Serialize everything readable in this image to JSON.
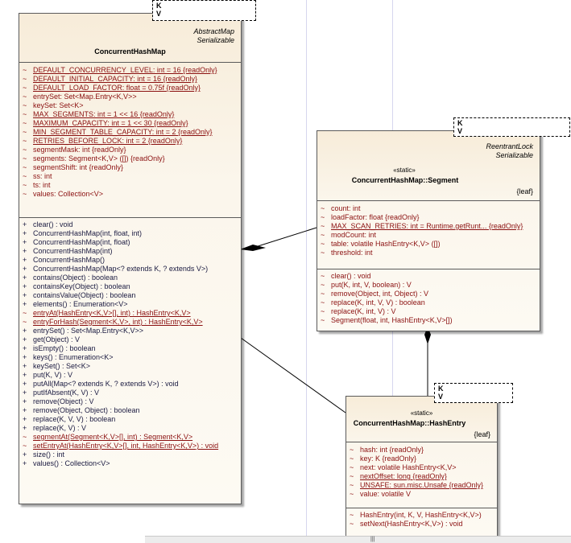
{
  "classes": {
    "chm": {
      "name": "ConcurrentHashMap",
      "extends": "AbstractMap",
      "implements": "Serializable",
      "type_params": [
        "K",
        "V"
      ],
      "attributes": [
        {
          "vis": "~",
          "text": "DEFAULT_CONCURRENCY_LEVEL:  int = 16 {readOnly}",
          "static": true
        },
        {
          "vis": "~",
          "text": "DEFAULT_INITIAL_CAPACITY:  int = 16 {readOnly}",
          "static": true
        },
        {
          "vis": "~",
          "text": "DEFAULT_LOAD_FACTOR:  float = 0.75f {readOnly}",
          "static": true
        },
        {
          "vis": "~",
          "text": "entrySet:  Set<Map.Entry<K,V>>",
          "static": false
        },
        {
          "vis": "~",
          "text": "keySet:  Set<K>",
          "static": false
        },
        {
          "vis": "~",
          "text": "MAX_SEGMENTS:  int = 1 << 16 {readOnly}",
          "static": true
        },
        {
          "vis": "~",
          "text": "MAXIMUM_CAPACITY:  int = 1 << 30 {readOnly}",
          "static": true
        },
        {
          "vis": "~",
          "text": "MIN_SEGMENT_TABLE_CAPACITY:  int = 2 {readOnly}",
          "static": true
        },
        {
          "vis": "~",
          "text": "RETRIES_BEFORE_LOCK:  int = 2 {readOnly}",
          "static": true
        },
        {
          "vis": "~",
          "text": "segmentMask:  int {readOnly}",
          "static": false
        },
        {
          "vis": "~",
          "text": "segments:  Segment<K,V> ([]) {readOnly}",
          "static": false
        },
        {
          "vis": "~",
          "text": "segmentShift:  int {readOnly}",
          "static": false
        },
        {
          "vis": "~",
          "text": "ss:  int",
          "static": false
        },
        {
          "vis": "~",
          "text": "ts:  int",
          "static": false
        },
        {
          "vis": "~",
          "text": "values:  Collection<V>",
          "static": false
        }
      ],
      "operations": [
        {
          "vis": "+",
          "text": "clear() : void",
          "static": false
        },
        {
          "vis": "+",
          "text": "ConcurrentHashMap(int, float, int)",
          "static": false
        },
        {
          "vis": "+",
          "text": "ConcurrentHashMap(int, float)",
          "static": false
        },
        {
          "vis": "+",
          "text": "ConcurrentHashMap(int)",
          "static": false
        },
        {
          "vis": "+",
          "text": "ConcurrentHashMap()",
          "static": false
        },
        {
          "vis": "+",
          "text": "ConcurrentHashMap(Map<? extends K, ? extends V>)",
          "static": false
        },
        {
          "vis": "+",
          "text": "contains(Object) : boolean",
          "static": false
        },
        {
          "vis": "+",
          "text": "containsKey(Object) : boolean",
          "static": false
        },
        {
          "vis": "+",
          "text": "containsValue(Object) : boolean",
          "static": false
        },
        {
          "vis": "+",
          "text": "elements() : Enumeration<V>",
          "static": false
        },
        {
          "vis": "~",
          "text": "entryAt(HashEntry<K,V>[], int) : HashEntry<K,V>",
          "static": true
        },
        {
          "vis": "~",
          "text": "entryForHash(Segment<K,V>, int) : HashEntry<K,V>",
          "static": true
        },
        {
          "vis": "+",
          "text": "entrySet() : Set<Map.Entry<K,V>>",
          "static": false
        },
        {
          "vis": "+",
          "text": "get(Object) : V",
          "static": false
        },
        {
          "vis": "+",
          "text": "isEmpty() : boolean",
          "static": false
        },
        {
          "vis": "+",
          "text": "keys() : Enumeration<K>",
          "static": false
        },
        {
          "vis": "+",
          "text": "keySet() : Set<K>",
          "static": false
        },
        {
          "vis": "+",
          "text": "put(K, V) : V",
          "static": false
        },
        {
          "vis": "+",
          "text": "putAll(Map<? extends K, ? extends V>) : void",
          "static": false
        },
        {
          "vis": "+",
          "text": "putIfAbsent(K, V) : V",
          "static": false
        },
        {
          "vis": "+",
          "text": "remove(Object) : V",
          "static": false
        },
        {
          "vis": "+",
          "text": "remove(Object, Object) : boolean",
          "static": false
        },
        {
          "vis": "+",
          "text": "replace(K, V, V) : boolean",
          "static": false
        },
        {
          "vis": "+",
          "text": "replace(K, V) : V",
          "static": false
        },
        {
          "vis": "~",
          "text": "segmentAt(Segment<K,V>[], int) : Segment<K,V>",
          "static": true
        },
        {
          "vis": "~",
          "text": "setEntryAt(HashEntry<K,V>[], int, HashEntry<K,V>) : void",
          "static": true
        },
        {
          "vis": "+",
          "text": "size() : int",
          "static": false
        },
        {
          "vis": "+",
          "text": "values() : Collection<V>",
          "static": false
        }
      ]
    },
    "segment": {
      "stereotype": "«static»",
      "name": "ConcurrentHashMap::Segment",
      "extends": "ReentrantLock",
      "implements": "Serializable",
      "modifier": "{leaf}",
      "type_params": [
        "K",
        "V"
      ],
      "attributes": [
        {
          "vis": "~",
          "text": "count:  int",
          "static": false
        },
        {
          "vis": "~",
          "text": "loadFactor:  float {readOnly}",
          "static": false
        },
        {
          "vis": "~",
          "text": "MAX_SCAN_RETRIES:  int = Runtime.getRunt... {readOnly}",
          "static": true
        },
        {
          "vis": "~",
          "text": "modCount:  int",
          "static": false
        },
        {
          "vis": "~",
          "text": "table:  volatile HashEntry<K,V> ([])",
          "static": false
        },
        {
          "vis": "~",
          "text": "threshold:  int",
          "static": false
        }
      ],
      "operations": [
        {
          "vis": "~",
          "text": "clear() : void",
          "static": false
        },
        {
          "vis": "~",
          "text": "put(K, int, V, boolean) : V",
          "static": false
        },
        {
          "vis": "~",
          "text": "remove(Object, int, Object) : V",
          "static": false
        },
        {
          "vis": "~",
          "text": "replace(K, int, V, V) : boolean",
          "static": false
        },
        {
          "vis": "~",
          "text": "replace(K, int, V) : V",
          "static": false
        },
        {
          "vis": "~",
          "text": "Segment(float, int, HashEntry<K,V>[])",
          "static": false
        }
      ]
    },
    "hashentry": {
      "stereotype": "«static»",
      "name": "ConcurrentHashMap::HashEntry",
      "modifier": "{leaf}",
      "type_params": [
        "K",
        "V"
      ],
      "attributes": [
        {
          "vis": "~",
          "text": "hash:  int {readOnly}",
          "static": false
        },
        {
          "vis": "~",
          "text": "key:  K {readOnly}",
          "static": false
        },
        {
          "vis": "~",
          "text": "next:  volatile HashEntry<K,V>",
          "static": false
        },
        {
          "vis": "~",
          "text": "nextOffset:  long {readOnly}",
          "static": true
        },
        {
          "vis": "~",
          "text": "UNSAFE:  sun.misc.Unsafe {readOnly}",
          "static": true
        },
        {
          "vis": "~",
          "text": "value:  volatile V",
          "static": false
        }
      ],
      "operations": [
        {
          "vis": "~",
          "text": "HashEntry(int, K, V, HashEntry<K,V>)",
          "static": false
        },
        {
          "vis": "~",
          "text": "setNext(HashEntry<K,V>) : void",
          "static": false
        }
      ]
    }
  },
  "status": {
    "grip": "|||"
  },
  "colors": {
    "package_text": "#8b1010",
    "public_text": "#1a1a40",
    "line": "#000000",
    "fill": "#f7ecd9"
  }
}
